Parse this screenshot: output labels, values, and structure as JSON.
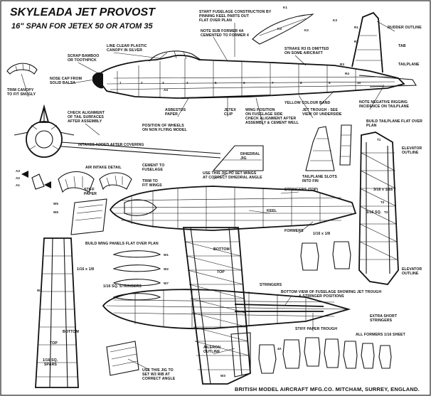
{
  "title": "SKYLEADA JET PROVOST",
  "subtitle": "16\" SPAN FOR JETEX 50 OR ATOM 35",
  "footer": "BRITISH MODEL AIRCRAFT MFG.CO. MITCHAM, SURREY, ENGLAND.",
  "labels": {
    "start_fuselage": "START FUSELAGE CONSTRUCTION BY",
    "start_fuselage2": "PINNING KEEL PARTS OUT",
    "start_fuselage3": "FLAT OVER PLAN",
    "rudder_outline": "RUDDER OUTLINE",
    "note_sub_former": "NOTE SUB FORMER 4A",
    "note_sub_former2": "CEMENTED TO FORMER 4",
    "strake": "STRAKE R3 IS OMITTED",
    "strake2": "ON SOME AIRCRAFT",
    "tab": "TAB",
    "tailplane": "TAILPLANE",
    "line_canopy": "LINE CLEAR PLASTIC",
    "line_canopy2": "CANOPY IN SILVER",
    "scrap_bamboo": "SCRAP BAMBOO",
    "scrap_bamboo2": "OR TOOTHPICK",
    "nose_cap": "NOSE CAP FROM",
    "nose_cap2": "SOLID BALSA",
    "trim_canopy": "TRIM CANOPY",
    "trim_canopy2": "TO FIT SNUGLY",
    "check_alignment": "CHECK ALIGNMENT",
    "check_alignment2": "OF TAIL SURFACES",
    "check_alignment3": "AFTER ASSEMBLY",
    "asbestos": "ASBESTOS",
    "asbestos2": "PAPER",
    "jetex_clip": "JETEX",
    "jetex_clip2": "CLIP",
    "position_wheels": "POSITION OF WHEELS",
    "position_wheels2": "ON NON FLYING MODEL",
    "wing_position": "WING POSITION",
    "wing_position2": "ON FUSELAGE SIDE",
    "wing_position3": "CHECK ALIGNMENT AFTER",
    "wing_position4": "ASSEMBLY & CEMENT WELL",
    "jet_trough": "JET TROUGH - SEE",
    "jet_trough2": "VIEW OF UNDERSIDE",
    "yellow_band": "YELLOW COLOUR BAND",
    "note_negative": "NOTE NEGATIVE RIGGING",
    "note_negative2": "INCIDENCE ON TAILPLANE",
    "build_tailplane": "BUILD TAILPLANE FLAT OVER",
    "build_tailplane2": "PLAN",
    "elevator_outline": "ELEVATOR",
    "elevator_outline2": "OUTLINE",
    "intakes": "INTAKES ADDED AFTER COVERING",
    "dihedral_jig": "DIHEDRAL",
    "dihedral_jig2": "JIG",
    "use_jig": "USE THIS JIG TO SET WINGS",
    "use_jig2": "AT CORRECT DIHEDRAL ANGLE",
    "tailplane_slots": "TAILPLANE SLOTS",
    "tailplane_slots2": "INTO FIN",
    "air_intake": "AIR INTAKE DETAIL",
    "cement_fuselage": "CEMENT TO",
    "cement_fuselage2": "FUSELAGE",
    "stiff_paper": "STIFF",
    "stiff_paper2": "PAPER",
    "trim_to_fit": "TRIM TO",
    "trim_to_fit2": "FIT WINGS",
    "stringers_top": "STRINGERS (TOP)",
    "keel": "KEEL",
    "formers": "FORMERS",
    "build_wing_panels": "BUILD WING PANELS FLAT OVER PLAN",
    "bottom": "BOTTOM",
    "top": "TOP",
    "sq_stringers": "1/16 SQ. STRINGERS",
    "stringers": "STRINGERS",
    "bottom_view": "BOTTOM VIEW OF FUSELAGE SHOWING JET TROUGH",
    "bottom_view2": "& STRINGER POSITIONS",
    "stiff_paper_trough": "STIFF PAPER TROUGH",
    "extra_short": "EXTRA SHORT",
    "extra_short2": "STRINGERS",
    "aileron_outline": "AILERON",
    "aileron_outline2": "OUTLINE",
    "use_jig_w3": "USE THIS JIG TO",
    "use_jig_w3_2": "SET W3 RIB AT",
    "use_jig_w3_3": "CORRECT ANGLE",
    "all_formers": "ALL FORMERS 1/16 SHEET",
    "sq_16": "1/16 SQ.",
    "x_third": "1/16 x 1/8",
    "sheet_r": "3/16 x 1/16",
    "spars": "1/16 SQ.",
    "spars2": "SPARS"
  },
  "part_codes": [
    "K1",
    "K2",
    "K3",
    "K4",
    "R1",
    "R2",
    "R3",
    "R4",
    "T1",
    "T2",
    "T3",
    "W1",
    "W2",
    "W3",
    "W4",
    "W5",
    "W6",
    "W7",
    "A1",
    "A2",
    "A3",
    "A4",
    "1",
    "2",
    "3",
    "4",
    "4A",
    "5",
    "6",
    "7",
    "8",
    "9",
    "10"
  ]
}
